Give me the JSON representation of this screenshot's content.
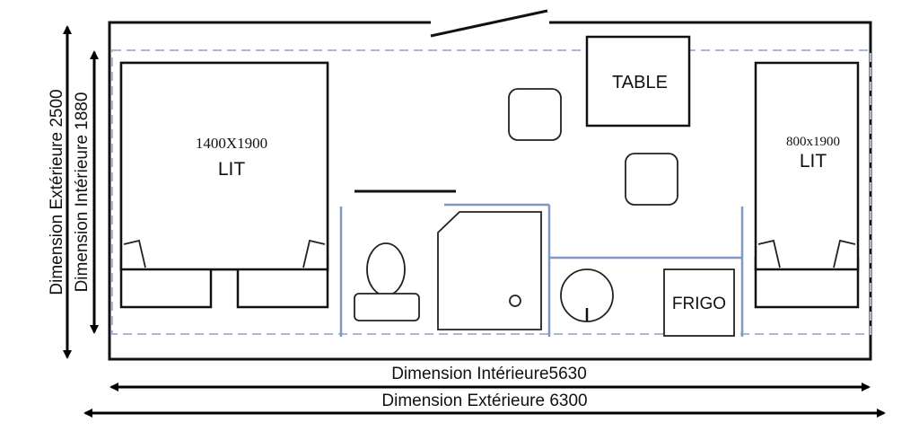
{
  "dimensions": {
    "outer_width": "Dimension Extérieure 6300",
    "inner_width": "Dimension Intérieure5630",
    "outer_height": "Dimension Extérieure 2500",
    "inner_height": "Dimension Intérieure 1880"
  },
  "furniture": {
    "bed_large": {
      "size": "1400X1900",
      "label": "LIT"
    },
    "bed_small": {
      "size": "800x1900",
      "label": "LIT"
    },
    "table": {
      "label": "TABLE"
    },
    "fridge": {
      "label": "FRIGO"
    }
  },
  "colors": {
    "walls": "#111111",
    "partitions": "#7f97c2",
    "inner_dashed": "#a9b8d3"
  }
}
